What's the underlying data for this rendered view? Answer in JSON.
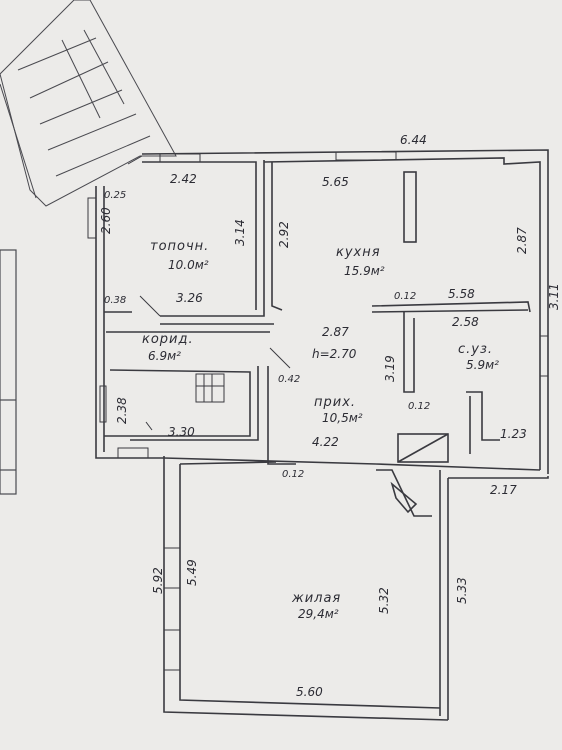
{
  "plan": {
    "rooms": [
      {
        "id": "topochn",
        "name": "топочн.",
        "area": "10.0м²"
      },
      {
        "id": "kukhnya",
        "name": "кухня",
        "area": "15.9м²"
      },
      {
        "id": "korid",
        "name": "корид.",
        "area": "6.9м²"
      },
      {
        "id": "su",
        "name": "с.уз.",
        "area": "5.9м²"
      },
      {
        "id": "prikh",
        "name": "прих.",
        "area": "10,5м²"
      },
      {
        "id": "zhilaya",
        "name": "жилая",
        "area": "29,4м²"
      }
    ],
    "height_note": "h=2.70",
    "dimensions": {
      "d644": "6.44",
      "d242": "2.42",
      "d565": "5.65",
      "d025": "0.25",
      "d260": "2.60",
      "d314": "3.14",
      "d292": "2.92",
      "d287a": "2.87",
      "d287b": "2.87",
      "d038": "0.38",
      "d326": "3.26",
      "d012a": "0.12",
      "d558": "5.58",
      "d258": "2.58",
      "d319": "3.19",
      "d012b": "0.12",
      "d042": "0.42",
      "d238": "2.38",
      "d330": "3.30",
      "d422": "4.22",
      "d123": "1.23",
      "d012c": "0.12",
      "d217": "2.17",
      "d592": "5.92",
      "d549": "5.49",
      "d532": "5.32",
      "d533": "5.33",
      "d560": "5.60",
      "d_edge": "3.11"
    }
  },
  "colors": {
    "paper": "#ecebe9",
    "ink": "#2c2c34",
    "wall": "#3a3a40"
  }
}
